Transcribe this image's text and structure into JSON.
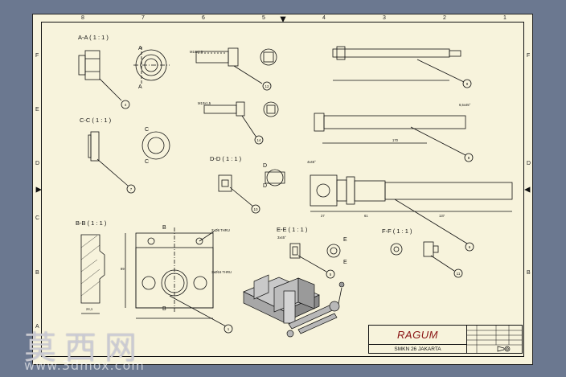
{
  "zones": {
    "top": [
      "8",
      "7",
      "6",
      "5",
      "4",
      "3",
      "2",
      "1"
    ],
    "left": [
      "F",
      "E",
      "D",
      "C",
      "B",
      "A"
    ]
  },
  "views": {
    "aa": "A-A ( 1 : 1 )",
    "cc": "C-C ( 1 : 1 )",
    "bb": "B-B ( 1 : 1 )",
    "dd": "D-D ( 1 : 1 )",
    "ee": "E-E ( 1 : 1 )",
    "ff": "F-F ( 1 : 1 )"
  },
  "section_letters": {
    "a": "A",
    "b": "B",
    "c": "C",
    "d": "D",
    "e": "E"
  },
  "balloons": [
    "4",
    "7",
    "5",
    "13",
    "14",
    "9",
    "8",
    "12",
    "6",
    "11",
    "10",
    "1"
  ],
  "dims": {
    "d170": "170",
    "d27": "27",
    "d61": "61",
    "d137": "137",
    "d24": "24,1",
    "d89": "89",
    "d2x8": "2xØ8 THRU",
    "d3x": "3xØ16 THRU",
    "d65": "6,5x45°",
    "d4x45": "4x45°",
    "d3x45": "3x45°",
    "dM": "M16x1,5",
    "dM2": "M10x1,5"
  },
  "title_block": {
    "title": "RAGUM",
    "school": "SMKN 26 JAKARTA"
  },
  "watermark": {
    "chinese": "莫西网",
    "url": "www.3dmox.com"
  }
}
